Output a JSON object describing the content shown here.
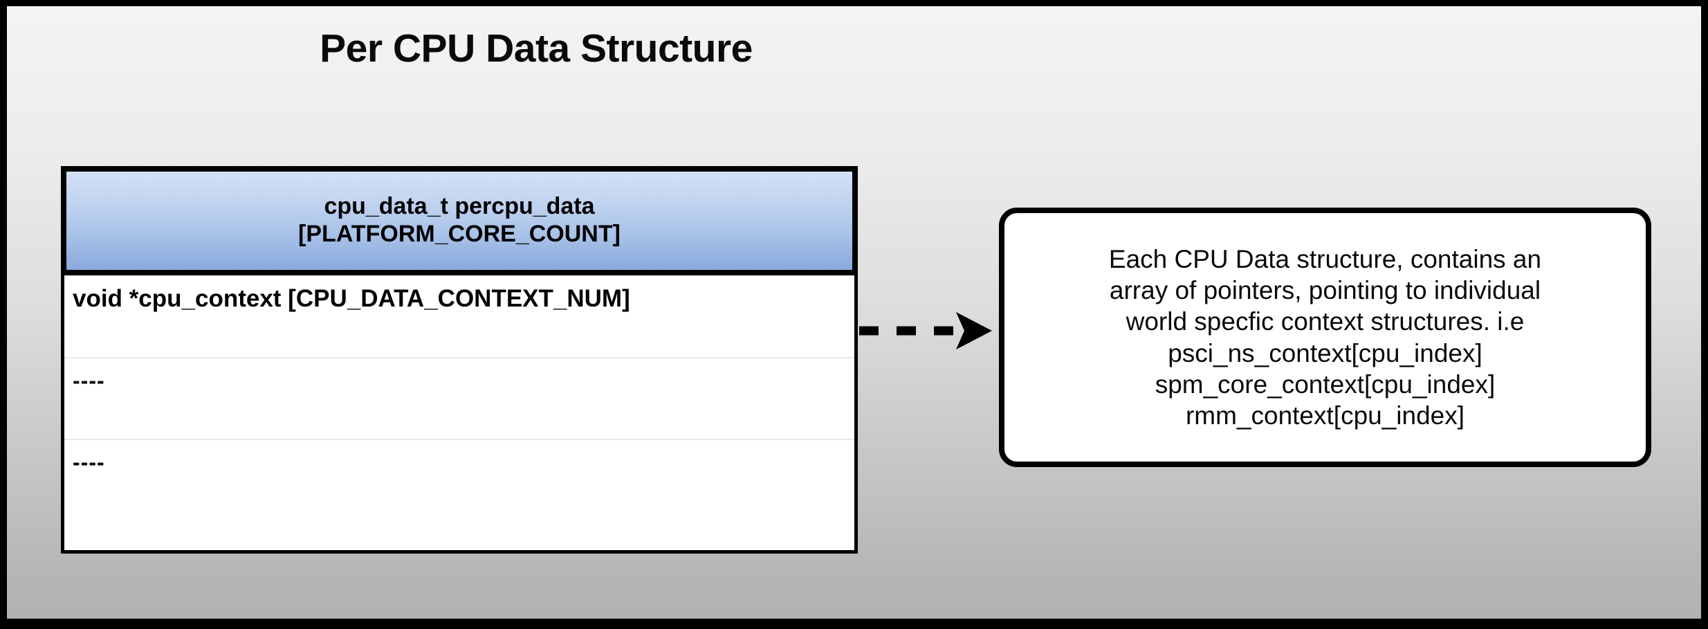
{
  "title": "Per CPU Data Structure",
  "struct_table": {
    "header_lines": [
      "cpu_data_t percpu_data",
      "[PLATFORM_CORE_COUNT]"
    ],
    "rows": [
      {
        "text": "void *cpu_context [CPU_DATA_CONTEXT_NUM]"
      },
      {
        "text": "----"
      },
      {
        "text": "----"
      }
    ]
  },
  "connector": {
    "style": "dashed-arrow",
    "direction": "right"
  },
  "callout": {
    "lines": [
      "Each CPU Data structure, contains an",
      "array of pointers, pointing to individual",
      "world specfic context structures. i.e",
      "psci_ns_context[cpu_index]",
      "spm_core_context[cpu_index]",
      "rmm_context[cpu_index]"
    ]
  },
  "colors": {
    "frame": "#000000",
    "background_top": "#f4f4f4",
    "background_bottom": "#b2b2b2",
    "header_gradient_top": "#d3e1f6",
    "header_gradient_bottom": "#8cabdd",
    "row_background": "#ffffff",
    "row_separator": "#e6e6e6",
    "text": "#000000"
  }
}
